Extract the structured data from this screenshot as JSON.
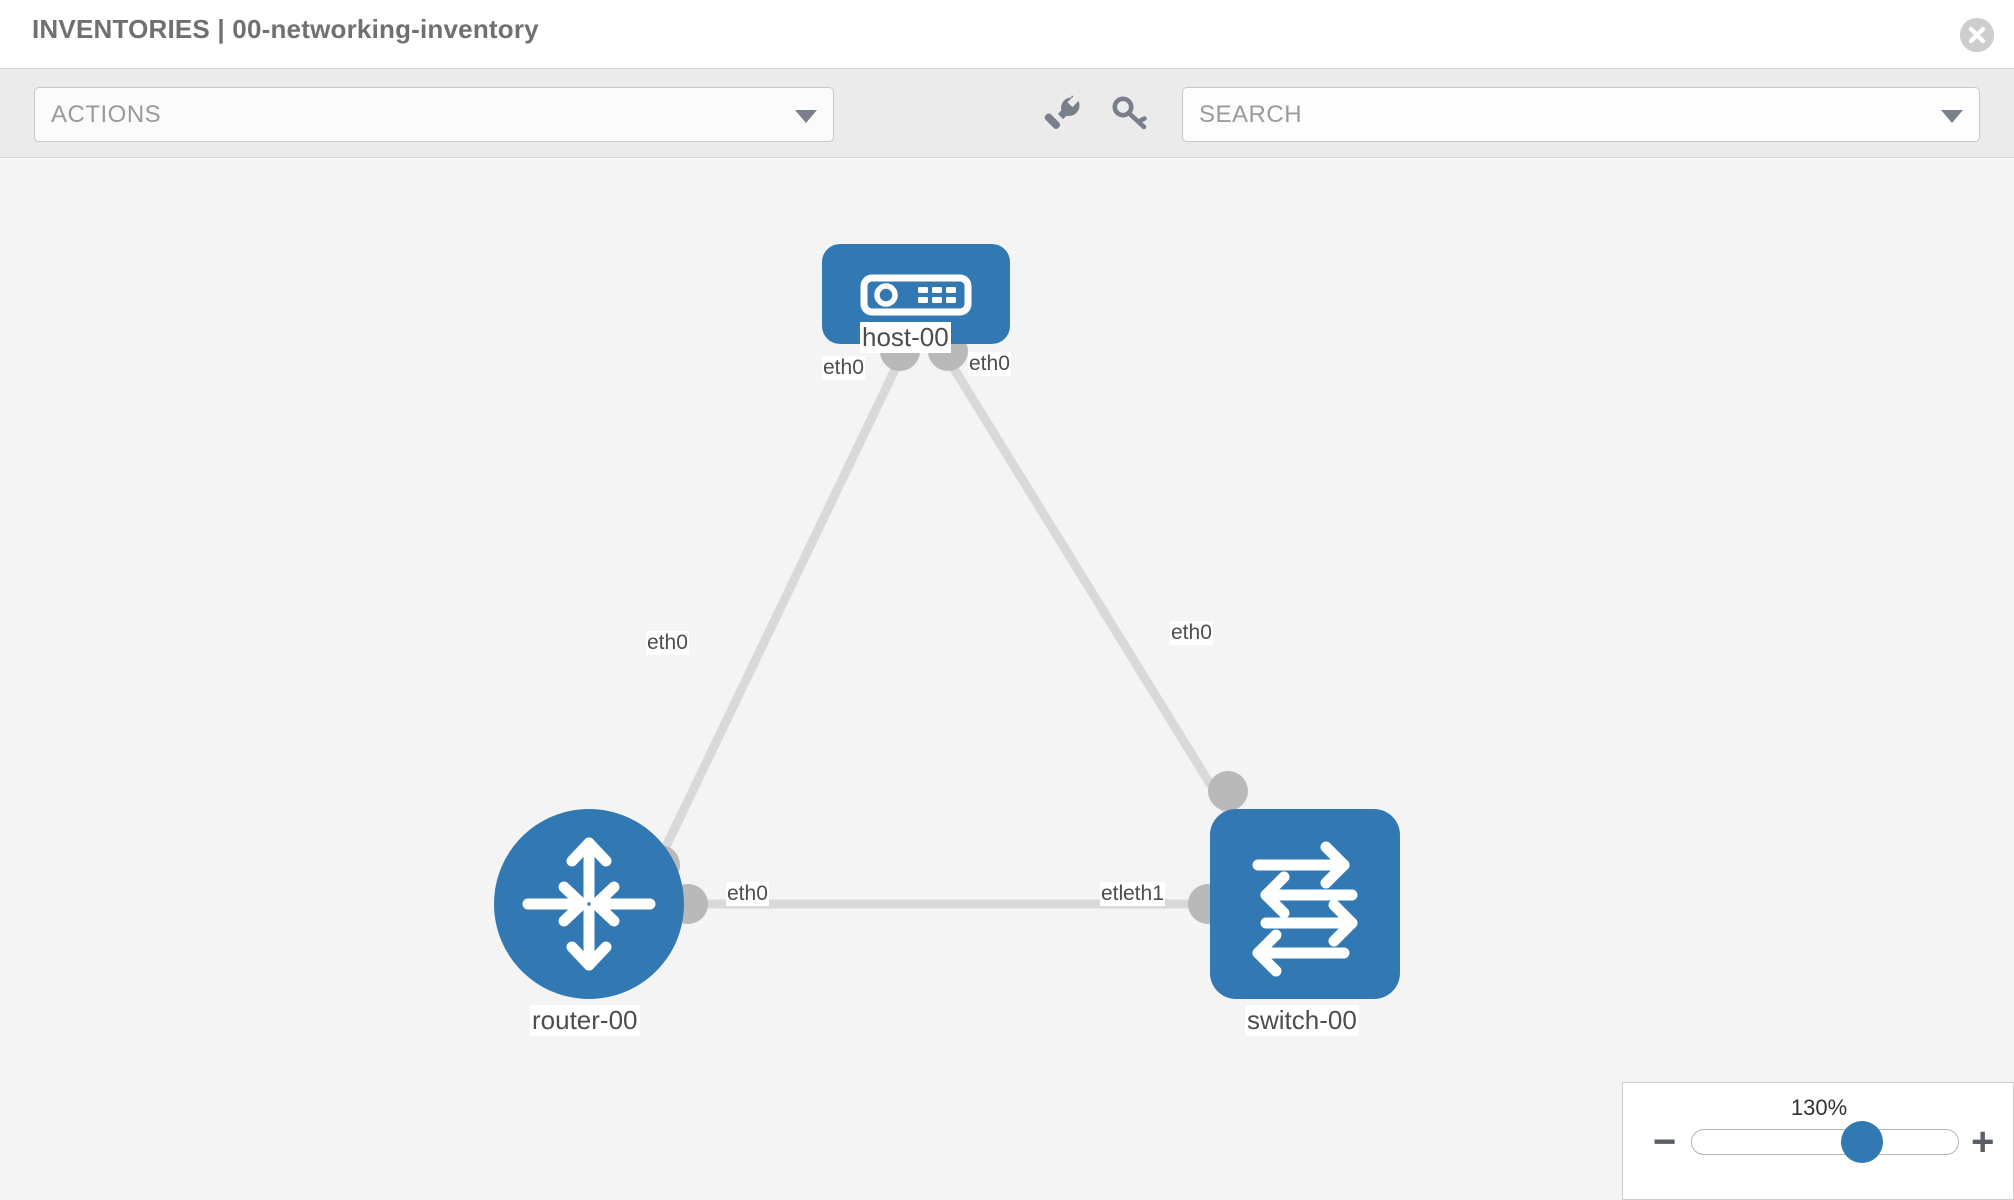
{
  "header": {
    "title": "INVENTORIES | 00-networking-inventory",
    "close_icon": "close-circle-icon"
  },
  "toolbar": {
    "actions_label": "ACTIONS",
    "actions_caret_icon": "chevron-down-icon",
    "wrench_icon": "wrench-icon",
    "key_icon": "key-icon",
    "search_placeholder": "SEARCH",
    "search_caret_icon": "chevron-down-icon"
  },
  "topology": {
    "nodes": [
      {
        "id": "host-00",
        "label": "host-00",
        "type": "host",
        "icon": "server-icon",
        "color": "#3279b3"
      },
      {
        "id": "router-00",
        "label": "router-00",
        "type": "router",
        "icon": "router-arrows-icon",
        "color": "#3279b3"
      },
      {
        "id": "switch-00",
        "label": "switch-00",
        "type": "switch",
        "icon": "switch-arrows-icon",
        "color": "#3279b3"
      }
    ],
    "links": [
      {
        "from": "host-00",
        "to": "router-00",
        "from_iface": "eth0",
        "to_iface": "eth0"
      },
      {
        "from": "host-00",
        "to": "switch-00",
        "from_iface": "eth0",
        "to_iface": "eth0"
      },
      {
        "from": "router-00",
        "to": "switch-00",
        "from_iface": "eth0",
        "to_iface": "eth1"
      }
    ],
    "iface_labels": {
      "host_left": "eth0",
      "host_right": "eth0",
      "router_up": "eth0",
      "switch_up": "eth0",
      "router_right": "eth0",
      "switch_left_a": "eth0",
      "switch_left_b": "eth1"
    },
    "link_color": "#d9d9d9",
    "connector_color": "#b9b9b9"
  },
  "zoom": {
    "value_label": "130%",
    "minus_label": "−",
    "plus_label": "+",
    "percent": 130
  }
}
